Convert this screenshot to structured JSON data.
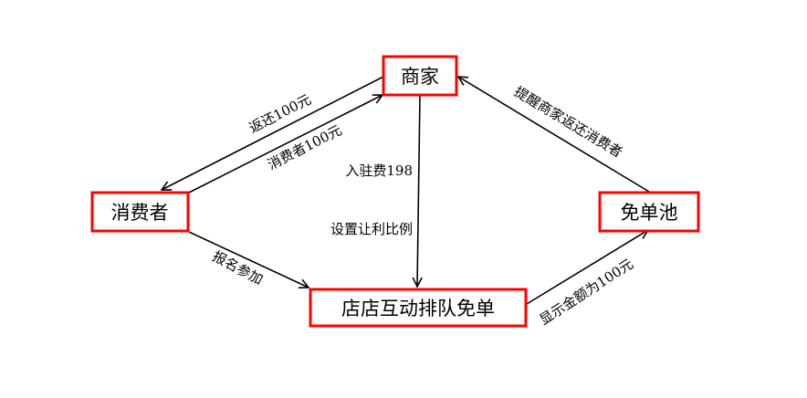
{
  "nodes": {
    "merchant": "商家",
    "consumer": "消费者",
    "queue": "店店互动排队免单",
    "pool": "免单池"
  },
  "edges": {
    "refund": "返还100元",
    "consumer_pay": "消费者100元",
    "entry_fee": "入驻费198",
    "set_ratio": "设置让利比例",
    "signup": "报名参加",
    "show_amount": "显示金额为100元",
    "remind": "提醒商家返还消费者"
  },
  "colors": {
    "node_border": "#ff0000",
    "edge": "#000000"
  }
}
